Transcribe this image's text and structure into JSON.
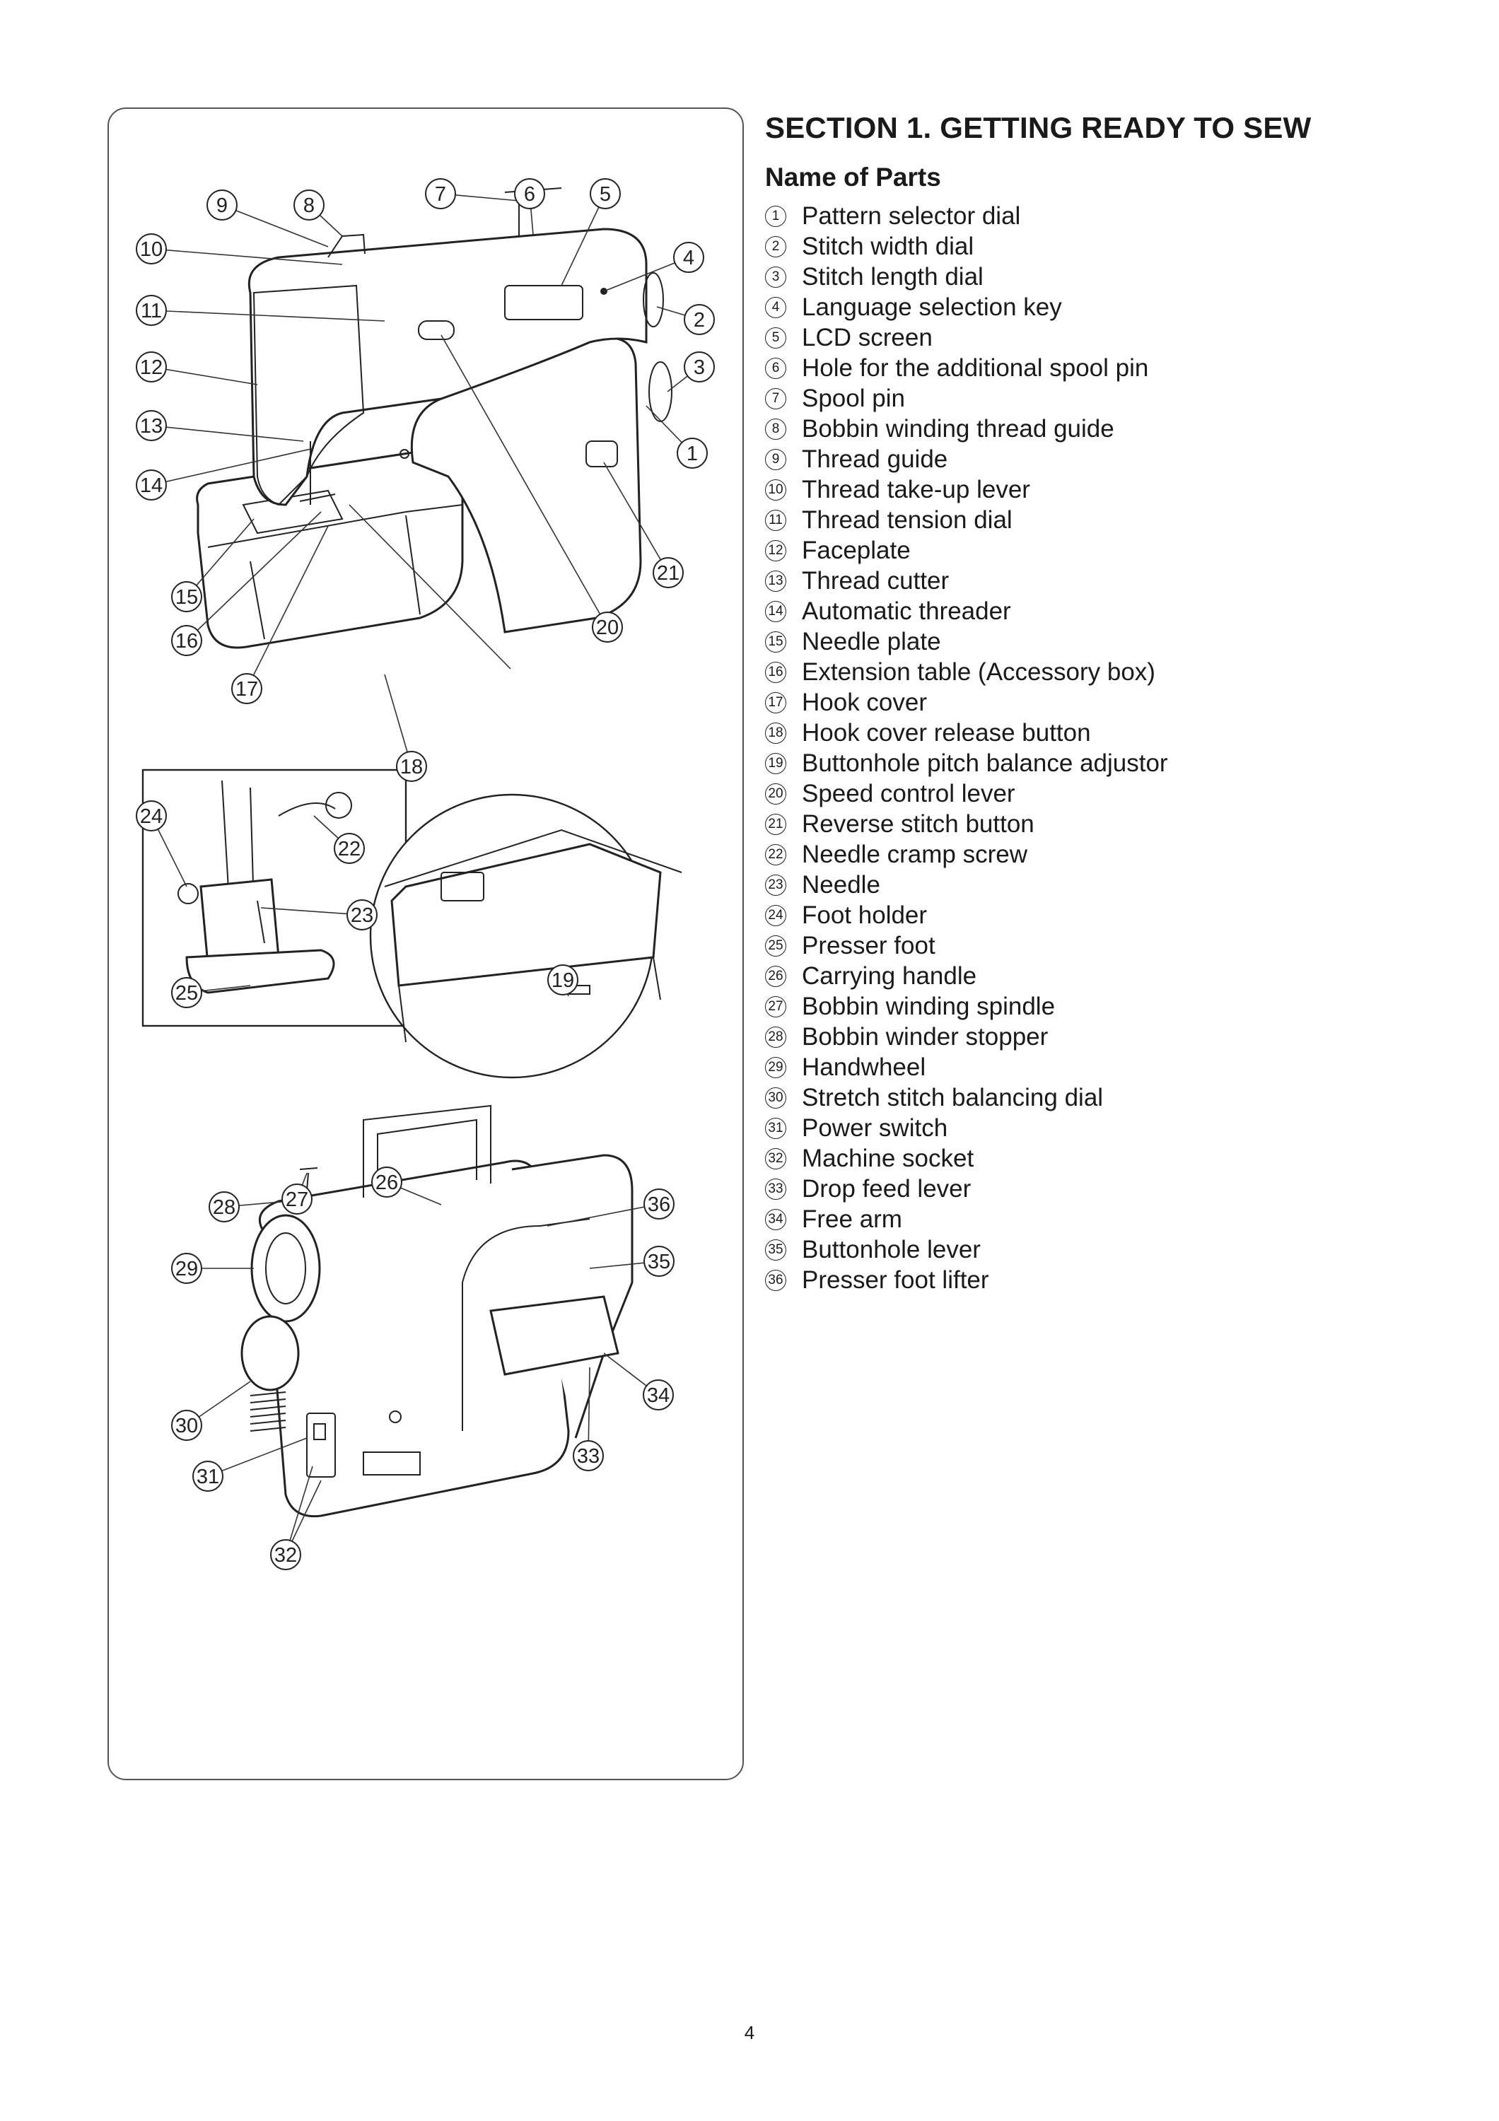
{
  "section_title": "SECTION 1. GETTING READY TO SEW",
  "subsection_title": "Name of Parts",
  "parts": [
    {
      "num": "1",
      "label": "Pattern selector dial"
    },
    {
      "num": "2",
      "label": "Stitch width dial"
    },
    {
      "num": "3",
      "label": "Stitch length dial"
    },
    {
      "num": "4",
      "label": "Language selection key"
    },
    {
      "num": "5",
      "label": "LCD screen"
    },
    {
      "num": "6",
      "label": "Hole for the additional spool pin"
    },
    {
      "num": "7",
      "label": "Spool pin"
    },
    {
      "num": "8",
      "label": "Bobbin winding thread guide"
    },
    {
      "num": "9",
      "label": "Thread guide"
    },
    {
      "num": "10",
      "label": "Thread take-up lever"
    },
    {
      "num": "11",
      "label": "Thread tension dial"
    },
    {
      "num": "12",
      "label": "Faceplate"
    },
    {
      "num": "13",
      "label": "Thread cutter"
    },
    {
      "num": "14",
      "label": "Automatic threader"
    },
    {
      "num": "15",
      "label": "Needle plate"
    },
    {
      "num": "16",
      "label": "Extension table (Accessory box)"
    },
    {
      "num": "17",
      "label": "Hook cover"
    },
    {
      "num": "18",
      "label": "Hook cover release button"
    },
    {
      "num": "19",
      "label": "Buttonhole pitch balance adjustor"
    },
    {
      "num": "20",
      "label": "Speed control lever"
    },
    {
      "num": "21",
      "label": "Reverse stitch button"
    },
    {
      "num": "22",
      "label": "Needle cramp screw"
    },
    {
      "num": "23",
      "label": "Needle"
    },
    {
      "num": "24",
      "label": "Foot holder"
    },
    {
      "num": "25",
      "label": "Presser foot"
    },
    {
      "num": "26",
      "label": "Carrying handle"
    },
    {
      "num": "27",
      "label": "Bobbin winding spindle"
    },
    {
      "num": "28",
      "label": "Bobbin winder stopper"
    },
    {
      "num": "29",
      "label": "Handwheel"
    },
    {
      "num": "30",
      "label": "Stretch stitch balancing dial"
    },
    {
      "num": "31",
      "label": "Power switch"
    },
    {
      "num": "32",
      "label": "Machine socket"
    },
    {
      "num": "33",
      "label": "Drop feed lever"
    },
    {
      "num": "34",
      "label": "Free arm"
    },
    {
      "num": "35",
      "label": "Buttonhole lever"
    },
    {
      "num": "36",
      "label": "Presser foot lifter"
    }
  ],
  "page_number": "4"
}
